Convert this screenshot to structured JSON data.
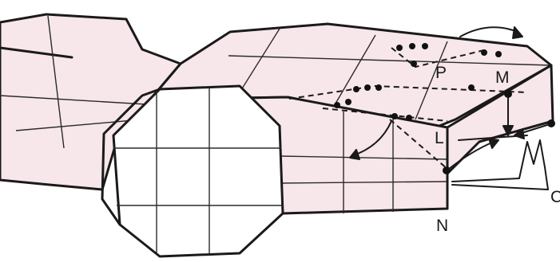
{
  "diagram": {
    "colors": {
      "paper": "#f7e6ea",
      "line": "#1a1a1a",
      "background": "#ffffff"
    },
    "labels": {
      "P": "P",
      "M": "M",
      "L": "L",
      "N": "N",
      "C": "C"
    }
  }
}
